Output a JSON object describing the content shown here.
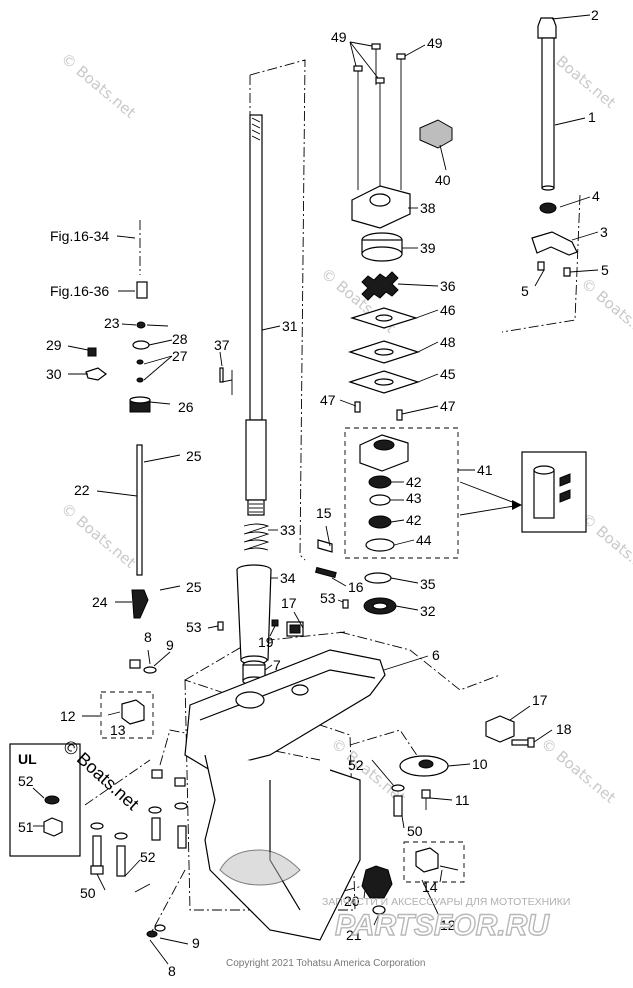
{
  "callouts": {
    "c1": "1",
    "c2": "2",
    "c3": "3",
    "c4": "4",
    "c5a": "5",
    "c5b": "5",
    "c6": "6",
    "c7": "7",
    "c8a": "8",
    "c8b": "8",
    "c9a": "9",
    "c9b": "9",
    "c10": "10",
    "c11": "11",
    "c12a": "12",
    "c12b": "12",
    "c13": "13",
    "c14": "14",
    "c15": "15",
    "c16": "16",
    "c17a": "17",
    "c17b": "17",
    "c18": "18",
    "c19": "19",
    "c20": "20",
    "c21": "21",
    "c22": "22",
    "c23": "23",
    "c24": "24",
    "c25a": "25",
    "c25b": "25",
    "c26": "26",
    "c27": "27",
    "c28": "28",
    "c29": "29",
    "c30": "30",
    "c31": "31",
    "c32": "32",
    "c33": "33",
    "c34": "34",
    "c35": "35",
    "c36": "36",
    "c37": "37",
    "c38": "38",
    "c39": "39",
    "c40": "40",
    "c41": "41",
    "c42a": "42",
    "c42b": "42",
    "c43": "43",
    "c44": "44",
    "c45": "45",
    "c46": "46",
    "c47a": "47",
    "c47b": "47",
    "c48": "48",
    "c49a": "49",
    "c49b": "49",
    "c50a": "50",
    "c50b": "50",
    "c51": "51",
    "c52a": "52",
    "c52b": "52",
    "c52c": "52",
    "c53a": "53",
    "c53b": "53"
  },
  "refs": {
    "fig_a": "Fig.16-34",
    "fig_b": "Fig.16-36"
  },
  "inset_label": "UL",
  "watermarks": {
    "site": "© Boats.net",
    "site_big": "© Boats.net",
    "shop_caption": "ЗАПЧАСТИ И АКСЕССУАРЫ ДЛЯ МОТОТЕХНИКИ",
    "shop_logo": "PARTSFOR.RU"
  },
  "copyright": "Copyright 2021 Tohatsu America Corporation"
}
